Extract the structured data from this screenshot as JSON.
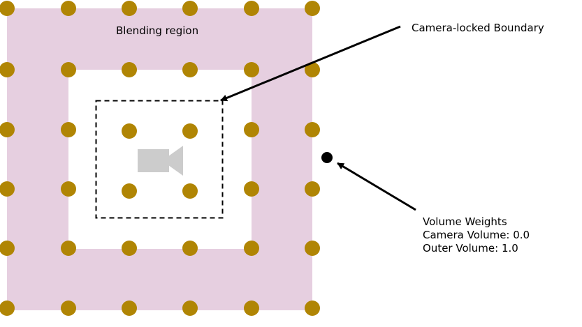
{
  "labels": {
    "blending_region": "Blending region",
    "boundary": "Camera-locked Boundary",
    "weights_title": "Volume Weights",
    "weights_camera": "Camera Volume: 0.0",
    "weights_outer": "Outer Volume: 1.0"
  },
  "colors": {
    "blend_fill": "#e6cfe0",
    "probe": "#b08504",
    "camera_icon": "#cccccc",
    "line": "#000000"
  },
  "icons": {
    "camera": "video-camera-icon",
    "sample_point": "sample-point-icon"
  }
}
